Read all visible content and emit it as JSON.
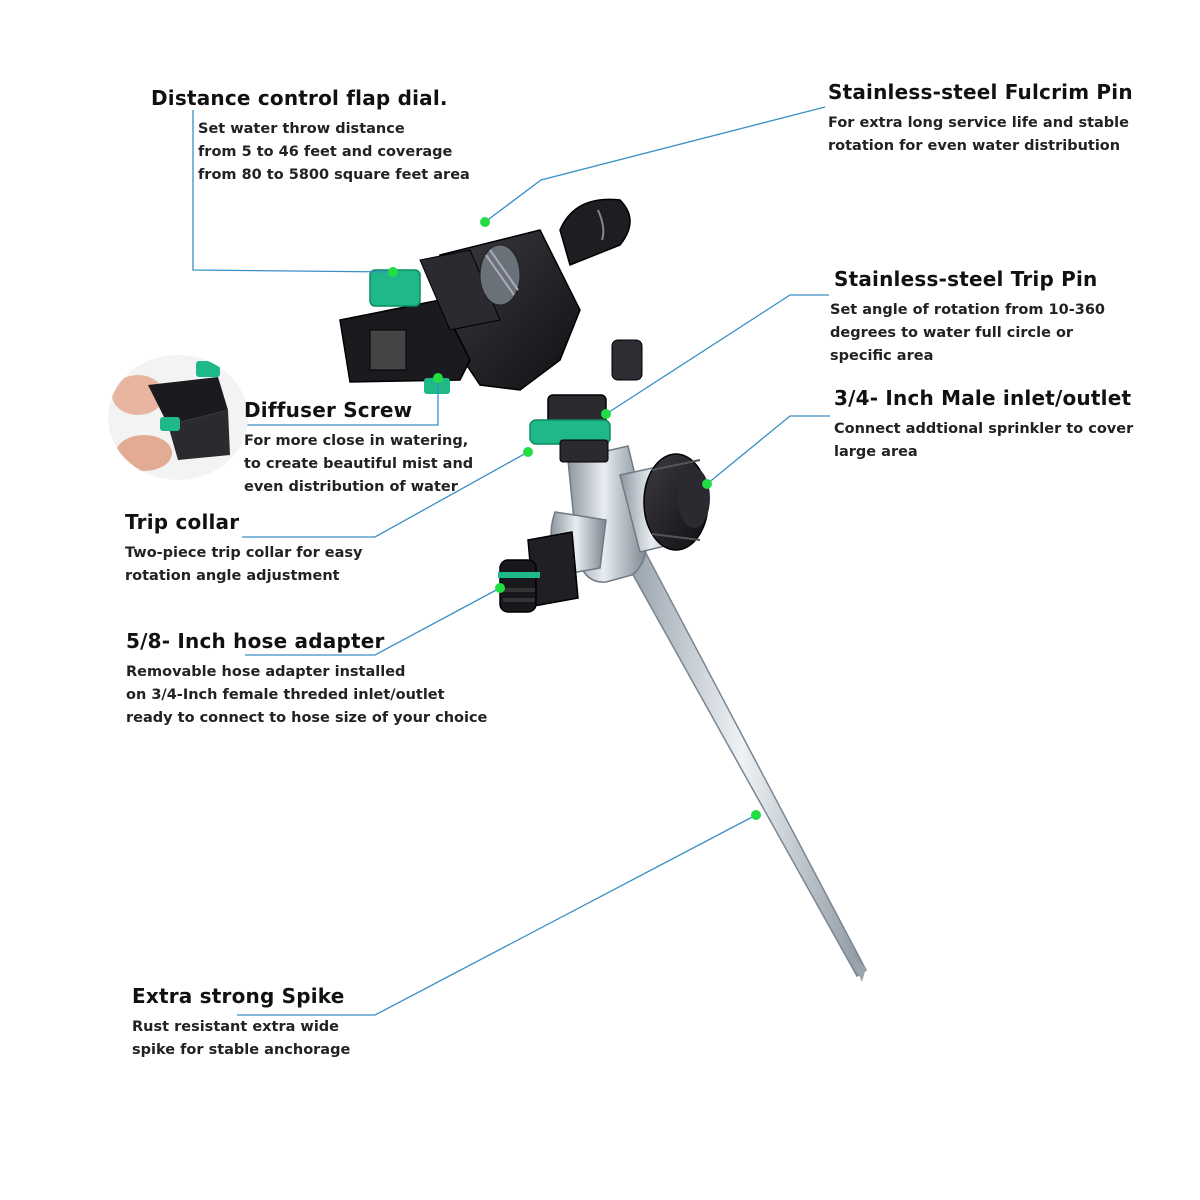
{
  "callouts": {
    "distance_dial": {
      "title": "Distance control flap dial.",
      "lines": [
        "Set water throw distance",
        "from 5 to 46 feet and coverage",
        "from  80 to 5800 square feet area"
      ]
    },
    "fulcrum_pin": {
      "title": "Stainless-steel Fulcrim Pin",
      "lines": [
        "For extra long service life and stable",
        "rotation for even water distribution"
      ]
    },
    "trip_pin": {
      "title": "Stainless-steel Trip Pin",
      "lines": [
        "Set angle of rotation from 10-360",
        "degrees to water full circle or",
        "specific area"
      ]
    },
    "male_inlet": {
      "title": "3/4- Inch Male inlet/outlet",
      "lines": [
        "Connect addtional sprinkler to cover",
        "large area"
      ]
    },
    "diffuser_screw": {
      "title": "Diffuser Screw",
      "lines": [
        "For more close in watering,",
        "to create beautiful mist and",
        "even distribution of water"
      ]
    },
    "trip_collar": {
      "title": "Trip collar",
      "lines": [
        "Two-piece trip collar for easy",
        "rotation angle adjustment"
      ]
    },
    "hose_adapter": {
      "title": "5/8- Inch hose adapter",
      "lines": [
        "Removable hose adapter installed",
        "on 3/4-Inch female threded inlet/outlet",
        "ready to connect to hose size of your choice"
      ]
    },
    "spike": {
      "title": "Extra strong Spike",
      "lines": [
        "Rust resistant extra wide",
        "spike for stable anchorage"
      ]
    }
  },
  "colors": {
    "leader_line": "#3a8fc6",
    "marker_dot": "#22dd44",
    "accent_green": "#1fb889",
    "body_black": "#1b1b1f",
    "metal": "#b9c3cc"
  },
  "icons": [
    "sprinkler-illustration",
    "diffuser-inset-photo"
  ]
}
